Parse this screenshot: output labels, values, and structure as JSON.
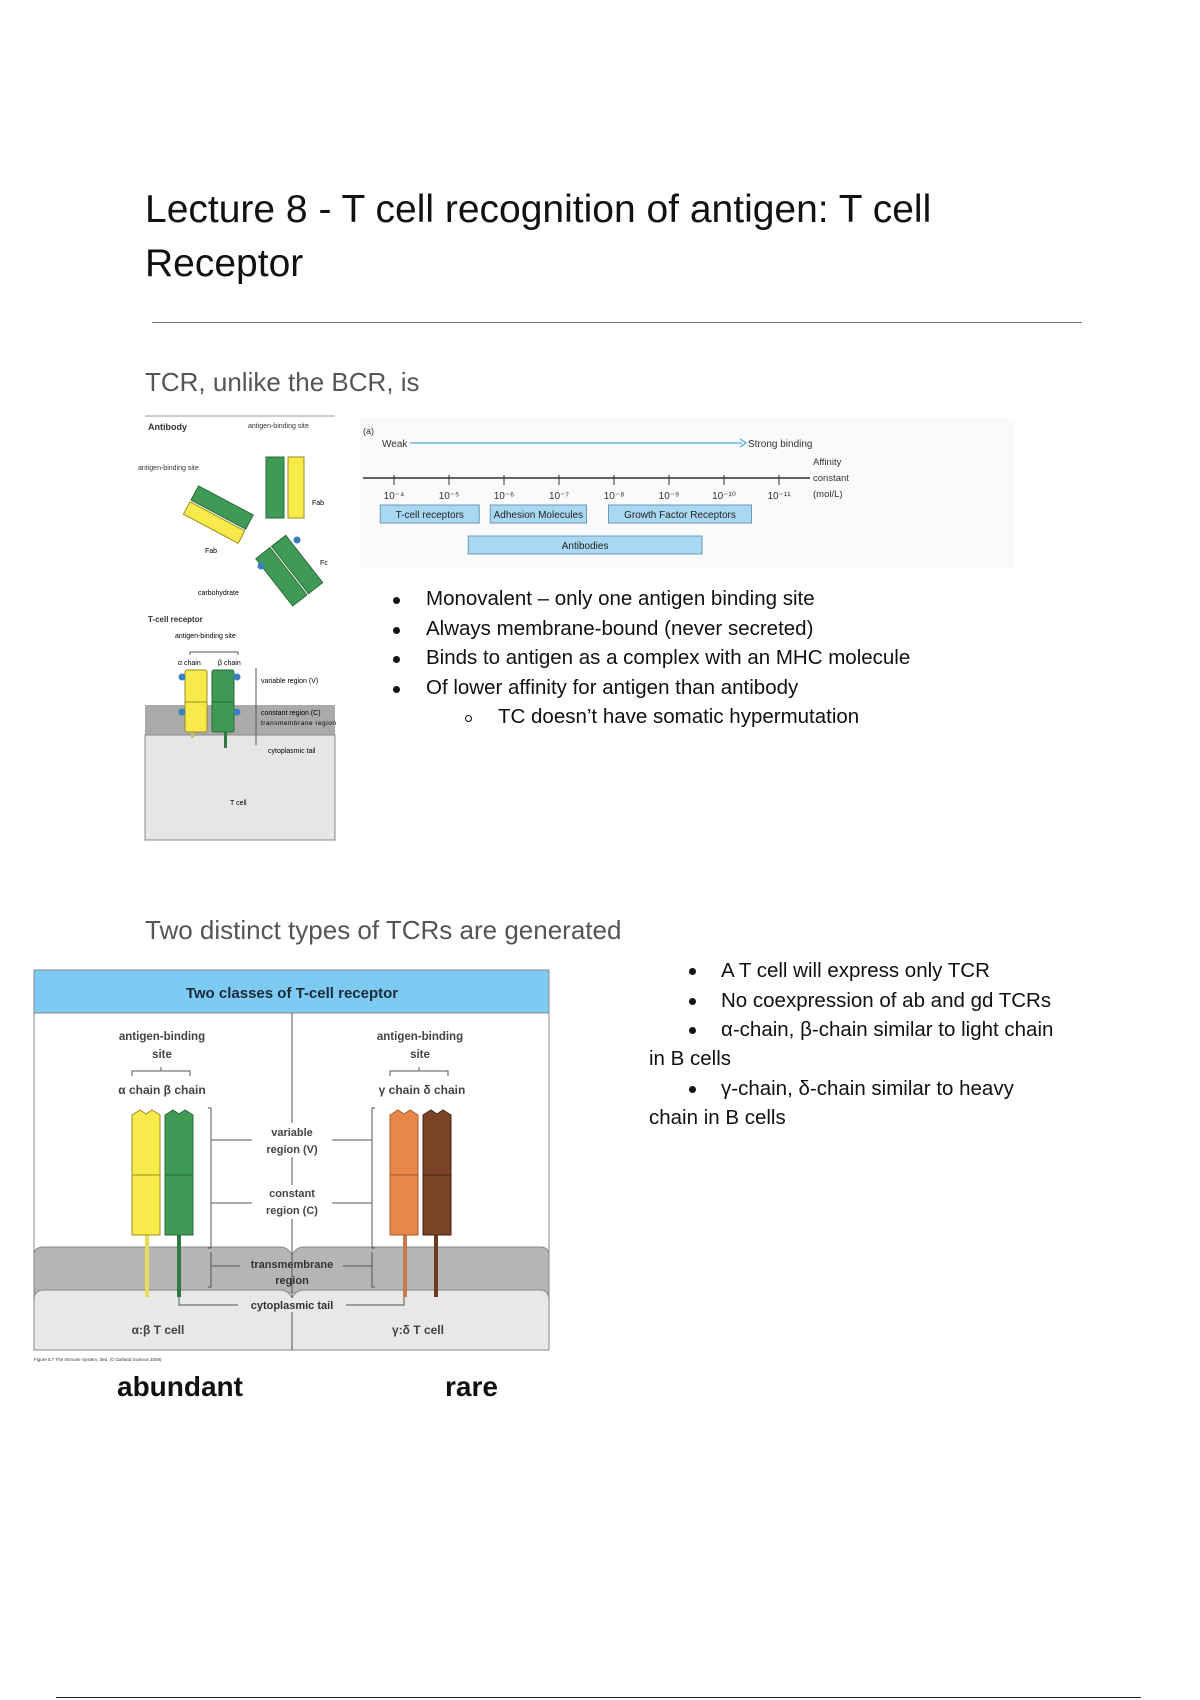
{
  "title": "Lecture 8 - T cell recognition of antigen: T cell Receptor",
  "section1": {
    "heading": "TCR, unlike the BCR, is",
    "figure_left": {
      "antibody": "Antibody",
      "antigen_binding_site": "antigen-binding site",
      "fab": "Fab",
      "fc": "Fc",
      "carbohydrate": "carbohydrate",
      "tcr": "T-cell receptor",
      "alpha_chain": "α chain",
      "beta_chain": "β chain",
      "variable": "variable region (V)",
      "constant": "constant region (C)",
      "transmembrane": "transmembrane region",
      "cytoplasmic": "cytoplasmic tail",
      "tcell": "T cell"
    },
    "affinity_figure": {
      "panel": "(a)",
      "weak": "Weak",
      "strong": "Strong binding",
      "axis_label": [
        "Affinity",
        "constant",
        "(mol/L)"
      ],
      "ticks": [
        "10⁻⁴",
        "10⁻⁵",
        "10⁻⁶",
        "10⁻⁷",
        "10⁻⁸",
        "10⁻⁹",
        "10⁻¹⁰",
        "10⁻¹¹"
      ],
      "ranges": [
        {
          "label": "T-cell receptors",
          "from": -3.75,
          "to": -5.55
        },
        {
          "label": "Adhesion Molecules",
          "from": -5.75,
          "to": -7.5
        },
        {
          "label": "Growth Factor Receptors",
          "from": -7.9,
          "to": -10.5
        },
        {
          "label": "Antibodies",
          "from": -5.35,
          "to": -9.6
        }
      ]
    },
    "bullets": [
      "Monovalent – only one antigen binding site",
      "Always membrane-bound (never secreted)",
      "Binds to antigen as a complex with an MHC molecule",
      "Of lower affinity for antigen than antibody"
    ],
    "sub_bullet": "TC doesn’t have somatic hypermutation"
  },
  "section2": {
    "heading": "Two distinct types of TCRs are generated",
    "figure": {
      "header": "Two classes of T-cell receptor",
      "antigen_binding": "antigen-binding",
      "site": "site",
      "ab_chains": "α chain β chain",
      "gd_chains": "γ chain δ chain",
      "variable_1": "variable",
      "variable_2": "region (V)",
      "constant_1": "constant",
      "constant_2": "region (C)",
      "transmembrane_1": "transmembrane",
      "transmembrane_2": "region",
      "cytoplasmic": "cytoplasmic tail",
      "ab_cell": "α:β T cell",
      "gd_cell": "γ:δ T cell",
      "caption": "Figure 5.7 The Immune System, 3ed. (© Garland Science 2009)",
      "colors": {
        "header": "#7dcbf2",
        "alpha": "#f7ea4a",
        "beta": "#3f9a55",
        "gamma": "#e8874a",
        "delta": "#7a4328"
      }
    },
    "abundant": "abundant",
    "rare": "rare",
    "bullets": [
      "A T cell will express only TCR",
      "No coexpression of ab and gd TCRs",
      "α-chain, β-chain similar to light chain",
      "γ-chain, δ-chain similar to heavy"
    ],
    "continuations": [
      "in B cells",
      "chain in B cells"
    ]
  }
}
